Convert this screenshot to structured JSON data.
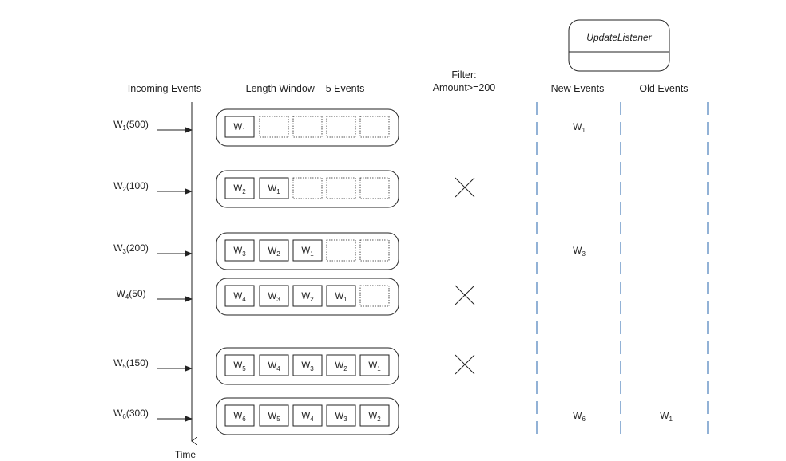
{
  "headers": {
    "incoming": "Incoming Events",
    "window": "Length Window – 5 Events",
    "filter_line1": "Filter:",
    "filter_line2": "Amount>=200",
    "new_events": "New Events",
    "old_events": "Old Events"
  },
  "listener": {
    "label": "UpdateListener"
  },
  "time_label": "Time",
  "rows": [
    {
      "event": {
        "base": "W",
        "sub": "1",
        "amount": "(500)"
      },
      "cells": [
        "1",
        "",
        "",
        "",
        ""
      ],
      "filtered": false,
      "new": "1",
      "old": ""
    },
    {
      "event": {
        "base": "W",
        "sub": "2",
        "amount": "(100)"
      },
      "cells": [
        "2",
        "1",
        "",
        "",
        ""
      ],
      "filtered": true,
      "new": "",
      "old": ""
    },
    {
      "event": {
        "base": "W",
        "sub": "3",
        "amount": "(200)"
      },
      "cells": [
        "3",
        "2",
        "1",
        "",
        ""
      ],
      "filtered": false,
      "new": "3",
      "old": ""
    },
    {
      "event": {
        "base": "W",
        "sub": "4",
        "amount": "(50)"
      },
      "cells": [
        "4",
        "3",
        "2",
        "1",
        ""
      ],
      "filtered": true,
      "new": "",
      "old": ""
    },
    {
      "event": {
        "base": "W",
        "sub": "5",
        "amount": "(150)"
      },
      "cells": [
        "5",
        "4",
        "3",
        "2",
        "1"
      ],
      "filtered": true,
      "new": "",
      "old": ""
    },
    {
      "event": {
        "base": "W",
        "sub": "6",
        "amount": "(300)"
      },
      "cells": [
        "6",
        "5",
        "4",
        "3",
        "2"
      ],
      "filtered": false,
      "new": "6",
      "old": "1"
    }
  ],
  "colors": {
    "dashed_line": "#4a7ebb",
    "stroke": "#222222"
  }
}
